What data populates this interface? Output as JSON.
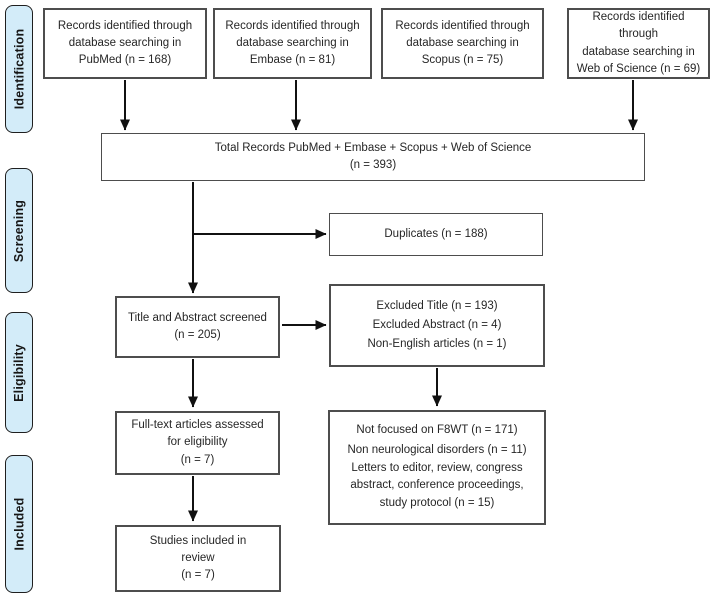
{
  "colors": {
    "stage-fill": "#d3ecf9",
    "stage-border": "#1f1f1f",
    "box-border": "#4d4d4d",
    "arrow": "#111111",
    "text": "#262626"
  },
  "stages": [
    "Identification",
    "Screening",
    "Eligibility",
    "Included"
  ],
  "boxes": {
    "pubmed": {
      "lines": [
        "Records identified through",
        "database searching in",
        "PubMed (n = 168)"
      ]
    },
    "embase": {
      "lines": [
        "Records identified through",
        "database searching in",
        "Embase (n = 81)"
      ]
    },
    "scopus": {
      "lines": [
        "Records identified through",
        "database searching in",
        "Scopus (n = 75)"
      ]
    },
    "web_of_science": {
      "lines": [
        "Records identified through",
        "database searching in",
        "Web of Science (n = 69)"
      ]
    },
    "total": {
      "lines": [
        "Total Records PubMed + Embase + Scopus + Web of Science",
        "(n = 393)"
      ]
    },
    "duplicates": {
      "lines": [
        "Duplicates (n = 188)"
      ]
    },
    "screened": {
      "lines": [
        "Title and Abstract screened",
        "(n = 205)"
      ]
    },
    "excluded_screening": {
      "lines": [
        "Excluded Title (n = 193)",
        "Excluded Abstract (n = 4)",
        "Non-English articles (n = 1)"
      ]
    },
    "full_text": {
      "lines": [
        "Full-text articles assessed",
        "for eligibility",
        "(n = 7)"
      ]
    },
    "excluded_eligibility": {
      "lines": [
        "Not focused on F8WT (n = 171)",
        "Non neurological disorders (n = 11)",
        "Letters to editor, review, congress abstract, conference proceedings, study protocol (n = 15)"
      ]
    },
    "included_studies": {
      "lines": [
        "Studies included in",
        "review",
        "(n = 7)"
      ]
    }
  }
}
